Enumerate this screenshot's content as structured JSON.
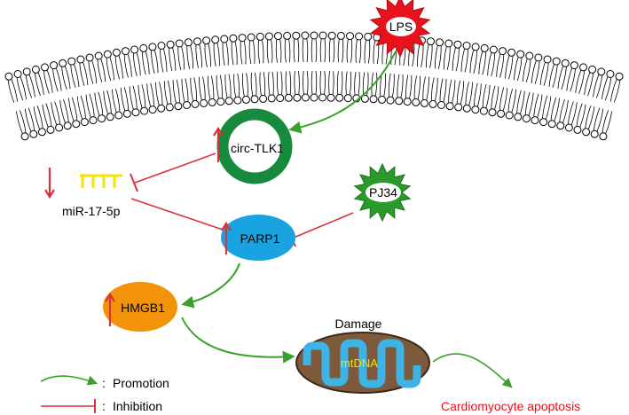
{
  "nodes": {
    "lps": "LPS",
    "circ_tlk1": "circ-TLK1",
    "mirna": "miR-17-5p",
    "pj34": "PJ34",
    "parp1": "PARP1",
    "hmgb1": "HMGB1",
    "damage": "Damage",
    "mtdna": "mtDNA",
    "apoptosis": "Cardiomyocyte apoptosis"
  },
  "legend": {
    "promotion": "Promotion",
    "inhibition": "Inhibition",
    "separator": ":"
  },
  "colors": {
    "promotion": "#3aa12a",
    "inhibition": "#d8333d",
    "lps_star": "#e8121c",
    "pj34_star": "#2a9a2a",
    "circ_ring": "#178a3e",
    "mirna": "#f2e600",
    "parp1": "#19a3e0",
    "hmgb1": "#f2930a",
    "mito_outer": "#7d5a3c",
    "mito_inner": "#3fb2e6",
    "mtdna_text": "#f2e600",
    "apoptosis_text": "#e8121c",
    "membrane": "#000000"
  }
}
